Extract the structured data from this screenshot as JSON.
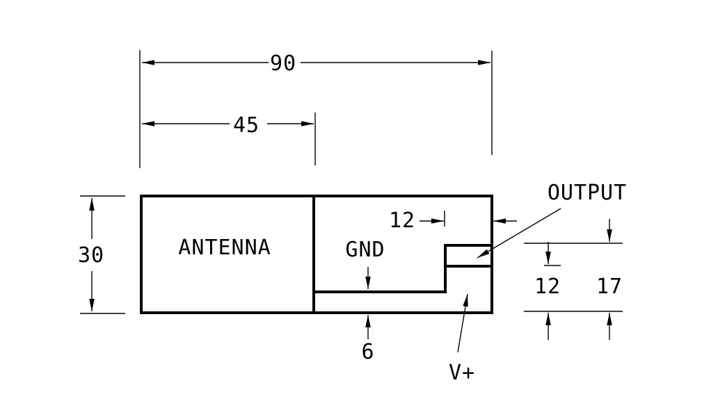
{
  "drawing": {
    "labels": {
      "antenna": "ANTENNA",
      "gnd": "GND",
      "output": "OUTPUT",
      "v_plus": "V+"
    },
    "dims": {
      "overall_width": "90",
      "antenna_width": "45",
      "overall_height": "30",
      "output_pin_width": "12",
      "bottom_strip_height": "6",
      "pad_height": "12",
      "notch_total_height": "17"
    },
    "colors": {
      "line": "#000000",
      "background": "#ffffff"
    }
  }
}
